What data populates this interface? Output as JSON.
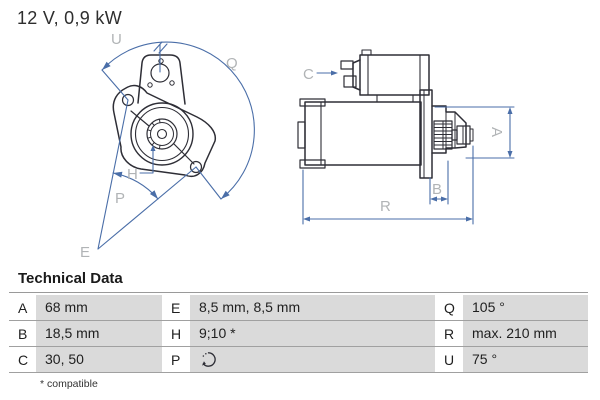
{
  "title": "12 V, 0,9 kW",
  "drawing": {
    "front_labels": {
      "u": "U",
      "q": "Q",
      "h": "H",
      "p": "P",
      "e": "E"
    },
    "side_labels": {
      "c": "C",
      "a": "A",
      "b": "B",
      "r": "R"
    },
    "colors": {
      "outline": "#2e2e36",
      "dimension": "#4a6ea8",
      "label": "#b1b4b6"
    }
  },
  "table": {
    "title": "Technical Data",
    "footnote": "* compatible",
    "rows": [
      {
        "c1": {
          "key": "A",
          "value": "68 mm"
        },
        "c2": {
          "key": "E",
          "value": "8,5 mm, 8,5 mm"
        },
        "c3": {
          "key": "Q",
          "value": "105 °"
        }
      },
      {
        "c1": {
          "key": "B",
          "value": "18,5 mm"
        },
        "c2": {
          "key": "H",
          "value": "9;10 *"
        },
        "c3": {
          "key": "R",
          "value": "max. 210 mm"
        }
      },
      {
        "c1": {
          "key": "C",
          "value": "30, 50"
        },
        "c2": {
          "key": "P",
          "value": "",
          "icon": "rotation-direction"
        },
        "c3": {
          "key": "U",
          "value": "75 °"
        }
      }
    ]
  }
}
